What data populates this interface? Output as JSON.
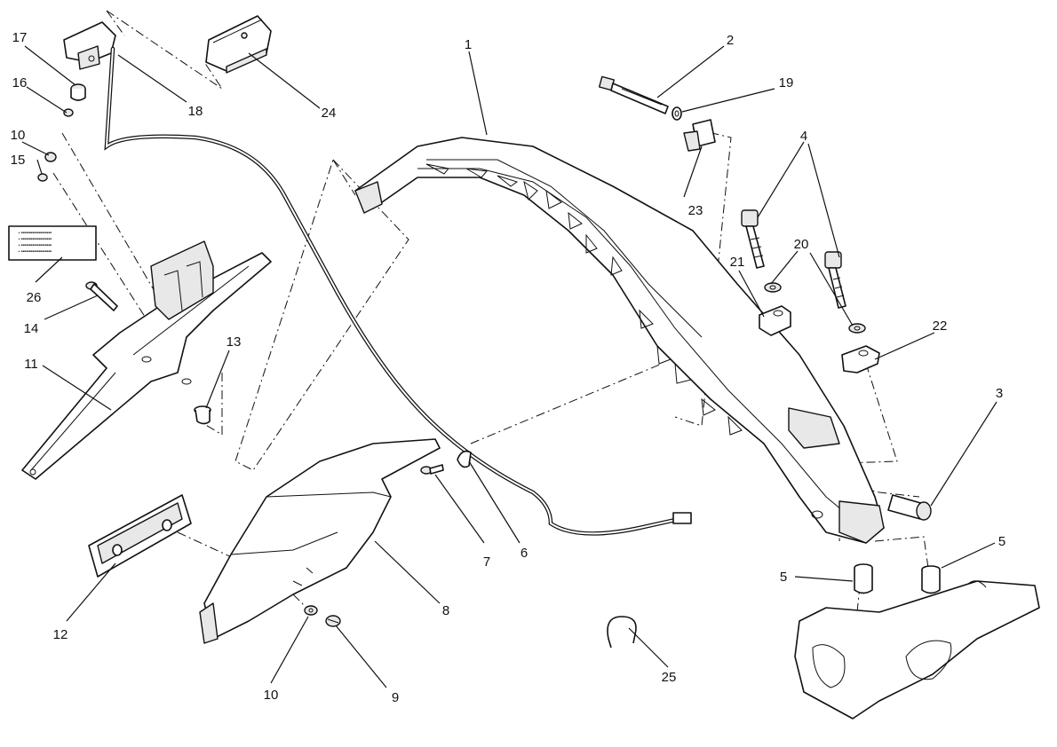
{
  "diagram": {
    "callouts": {
      "c1": "1",
      "c2": "2",
      "c3": "3",
      "c4": "4",
      "c5a": "5",
      "c5b": "5",
      "c6": "6",
      "c7": "7",
      "c8": "8",
      "c9": "9",
      "c10a": "10",
      "c10b": "10",
      "c11": "11",
      "c12": "12",
      "c13": "13",
      "c14": "14",
      "c15": "15",
      "c16": "16",
      "c17": "17",
      "c18": "18",
      "c19": "19",
      "c20": "20",
      "c21": "21",
      "c22": "22",
      "c23": "23",
      "c24": "24",
      "c25": "25",
      "c26": "26"
    }
  }
}
